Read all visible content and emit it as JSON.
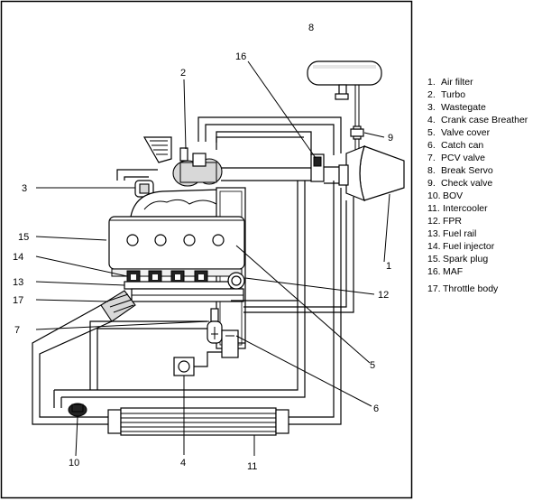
{
  "callouts": [
    "1",
    "2",
    "3",
    "4",
    "5",
    "6",
    "7",
    "8",
    "9",
    "10",
    "11",
    "12",
    "13",
    "14",
    "15",
    "16",
    "17"
  ],
  "legend": [
    {
      "num": "1.",
      "text": "Air filter"
    },
    {
      "num": "2.",
      "text": "Turbo"
    },
    {
      "num": "3.",
      "text": "Wastegate"
    },
    {
      "num": "4.",
      "text": "Crank case Breather"
    },
    {
      "num": "5.",
      "text": "Valve cover"
    },
    {
      "num": "6.",
      "text": "Catch can"
    },
    {
      "num": "7.",
      "text": "PCV valve"
    },
    {
      "num": "8.",
      "text": "Break Servo"
    },
    {
      "num": "9.",
      "text": "Check valve"
    },
    {
      "num": "10.",
      "text": "BOV"
    },
    {
      "num": "11.",
      "text": "Intercooler"
    },
    {
      "num": "12.",
      "text": "FPR"
    },
    {
      "num": "13.",
      "text": "Fuel rail"
    },
    {
      "num": "14.",
      "text": "Fuel injector"
    },
    {
      "num": "15.",
      "text": "Spark plug"
    },
    {
      "num": "16.",
      "text": "MAF"
    },
    {
      "num": "17.",
      "text": "Throttle body"
    }
  ]
}
